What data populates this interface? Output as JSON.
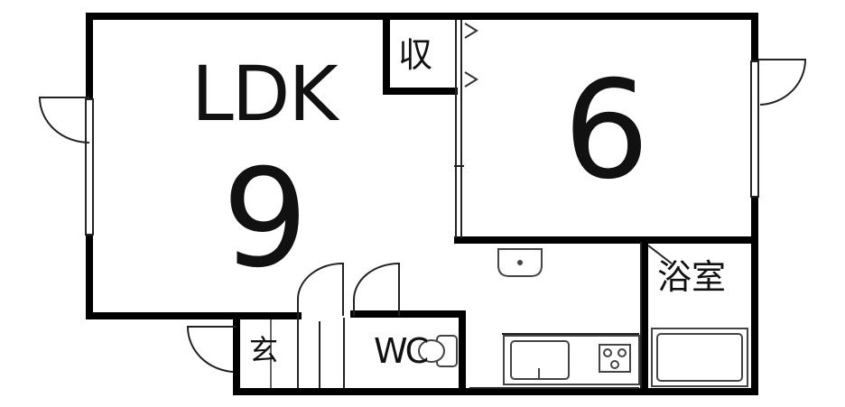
{
  "rooms": {
    "ldk_label": "LDK",
    "ldk_size": "9",
    "bedroom_size": "6",
    "storage": "収",
    "bathroom": "浴室",
    "entrance": "玄",
    "toilet": "WC"
  },
  "colors": {
    "wall": "#000000",
    "line": "#222222",
    "fixture": "#555555",
    "background": "#ffffff"
  }
}
